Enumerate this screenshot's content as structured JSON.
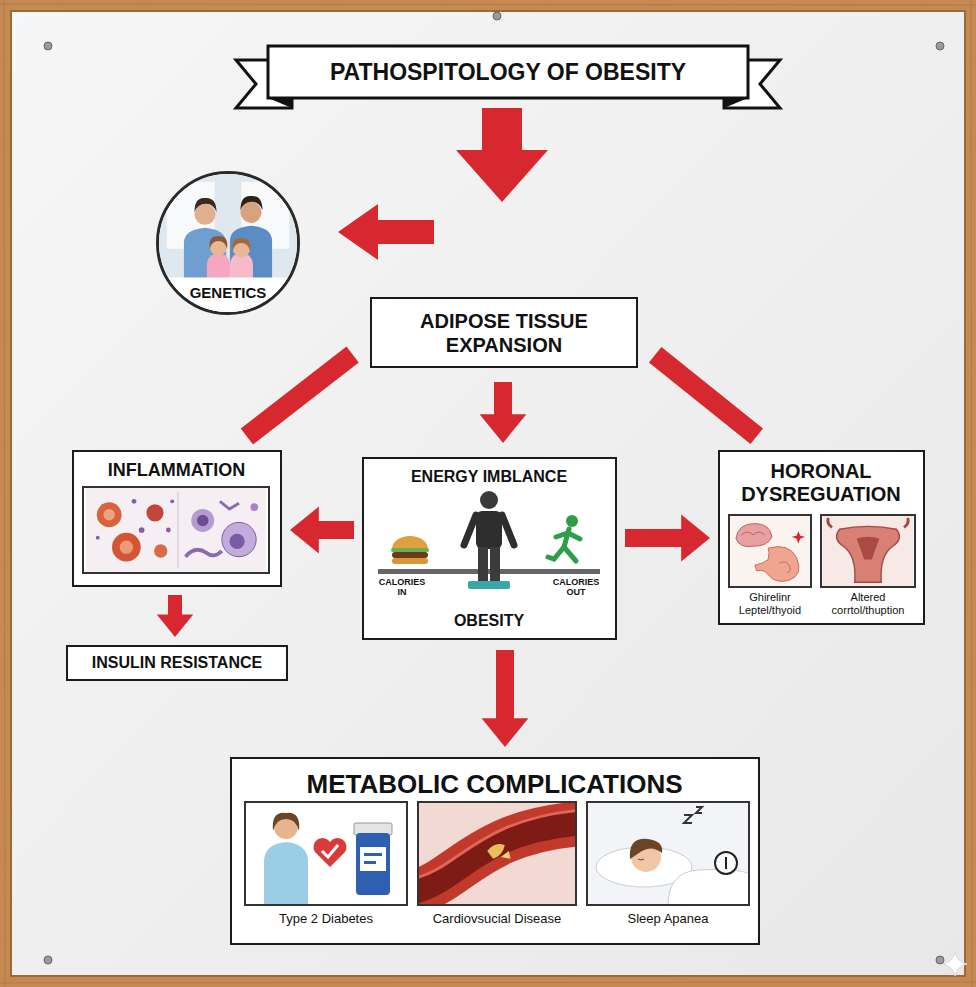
{
  "diagram": {
    "title": "PATHOSPITOLOGY OF OBESITY",
    "nodes": [
      {
        "text": [
          "GENETICS"
        ]
      },
      {
        "text": [
          "ADIPOSE TISSUE EXPANSION"
        ]
      },
      {
        "text": [
          "INFLAMMATION"
        ]
      },
      {
        "text": [
          "ENERGY IMBLANCE",
          "CALORIES IN",
          "CALORIES OUT",
          "OBESITY"
        ]
      },
      {
        "text": [
          "HORONAL DYSREGUATION",
          "Ghirelinr Leptel/thyoid",
          "Altered corrtol/thuption"
        ]
      },
      {
        "text": [
          "INSULIN RESISTANCE"
        ]
      },
      {
        "text": [
          "METABOLIC COMPLICATIONS"
        ]
      },
      {
        "text": [
          "Type 2 Diabetes"
        ],
        "in": 6
      },
      {
        "text": [
          "Cardiovsucial Disease"
        ],
        "in": 6
      },
      {
        "text": [
          "Sleep Apanea"
        ],
        "in": 6
      }
    ],
    "edges": [
      {
        "from": 1,
        "to": 2,
        "arrow": "none"
      },
      {
        "from": 1,
        "to": 4,
        "arrow": "none"
      },
      {
        "from": 1,
        "to": 3,
        "arrow": "to"
      },
      {
        "from": 3,
        "to": 2,
        "arrow": "to"
      },
      {
        "from": 3,
        "to": 4,
        "arrow": "to"
      },
      {
        "from": 2,
        "to": 5,
        "arrow": "to"
      },
      {
        "from": 3,
        "to": 6,
        "arrow": "to"
      }
    ]
  }
}
